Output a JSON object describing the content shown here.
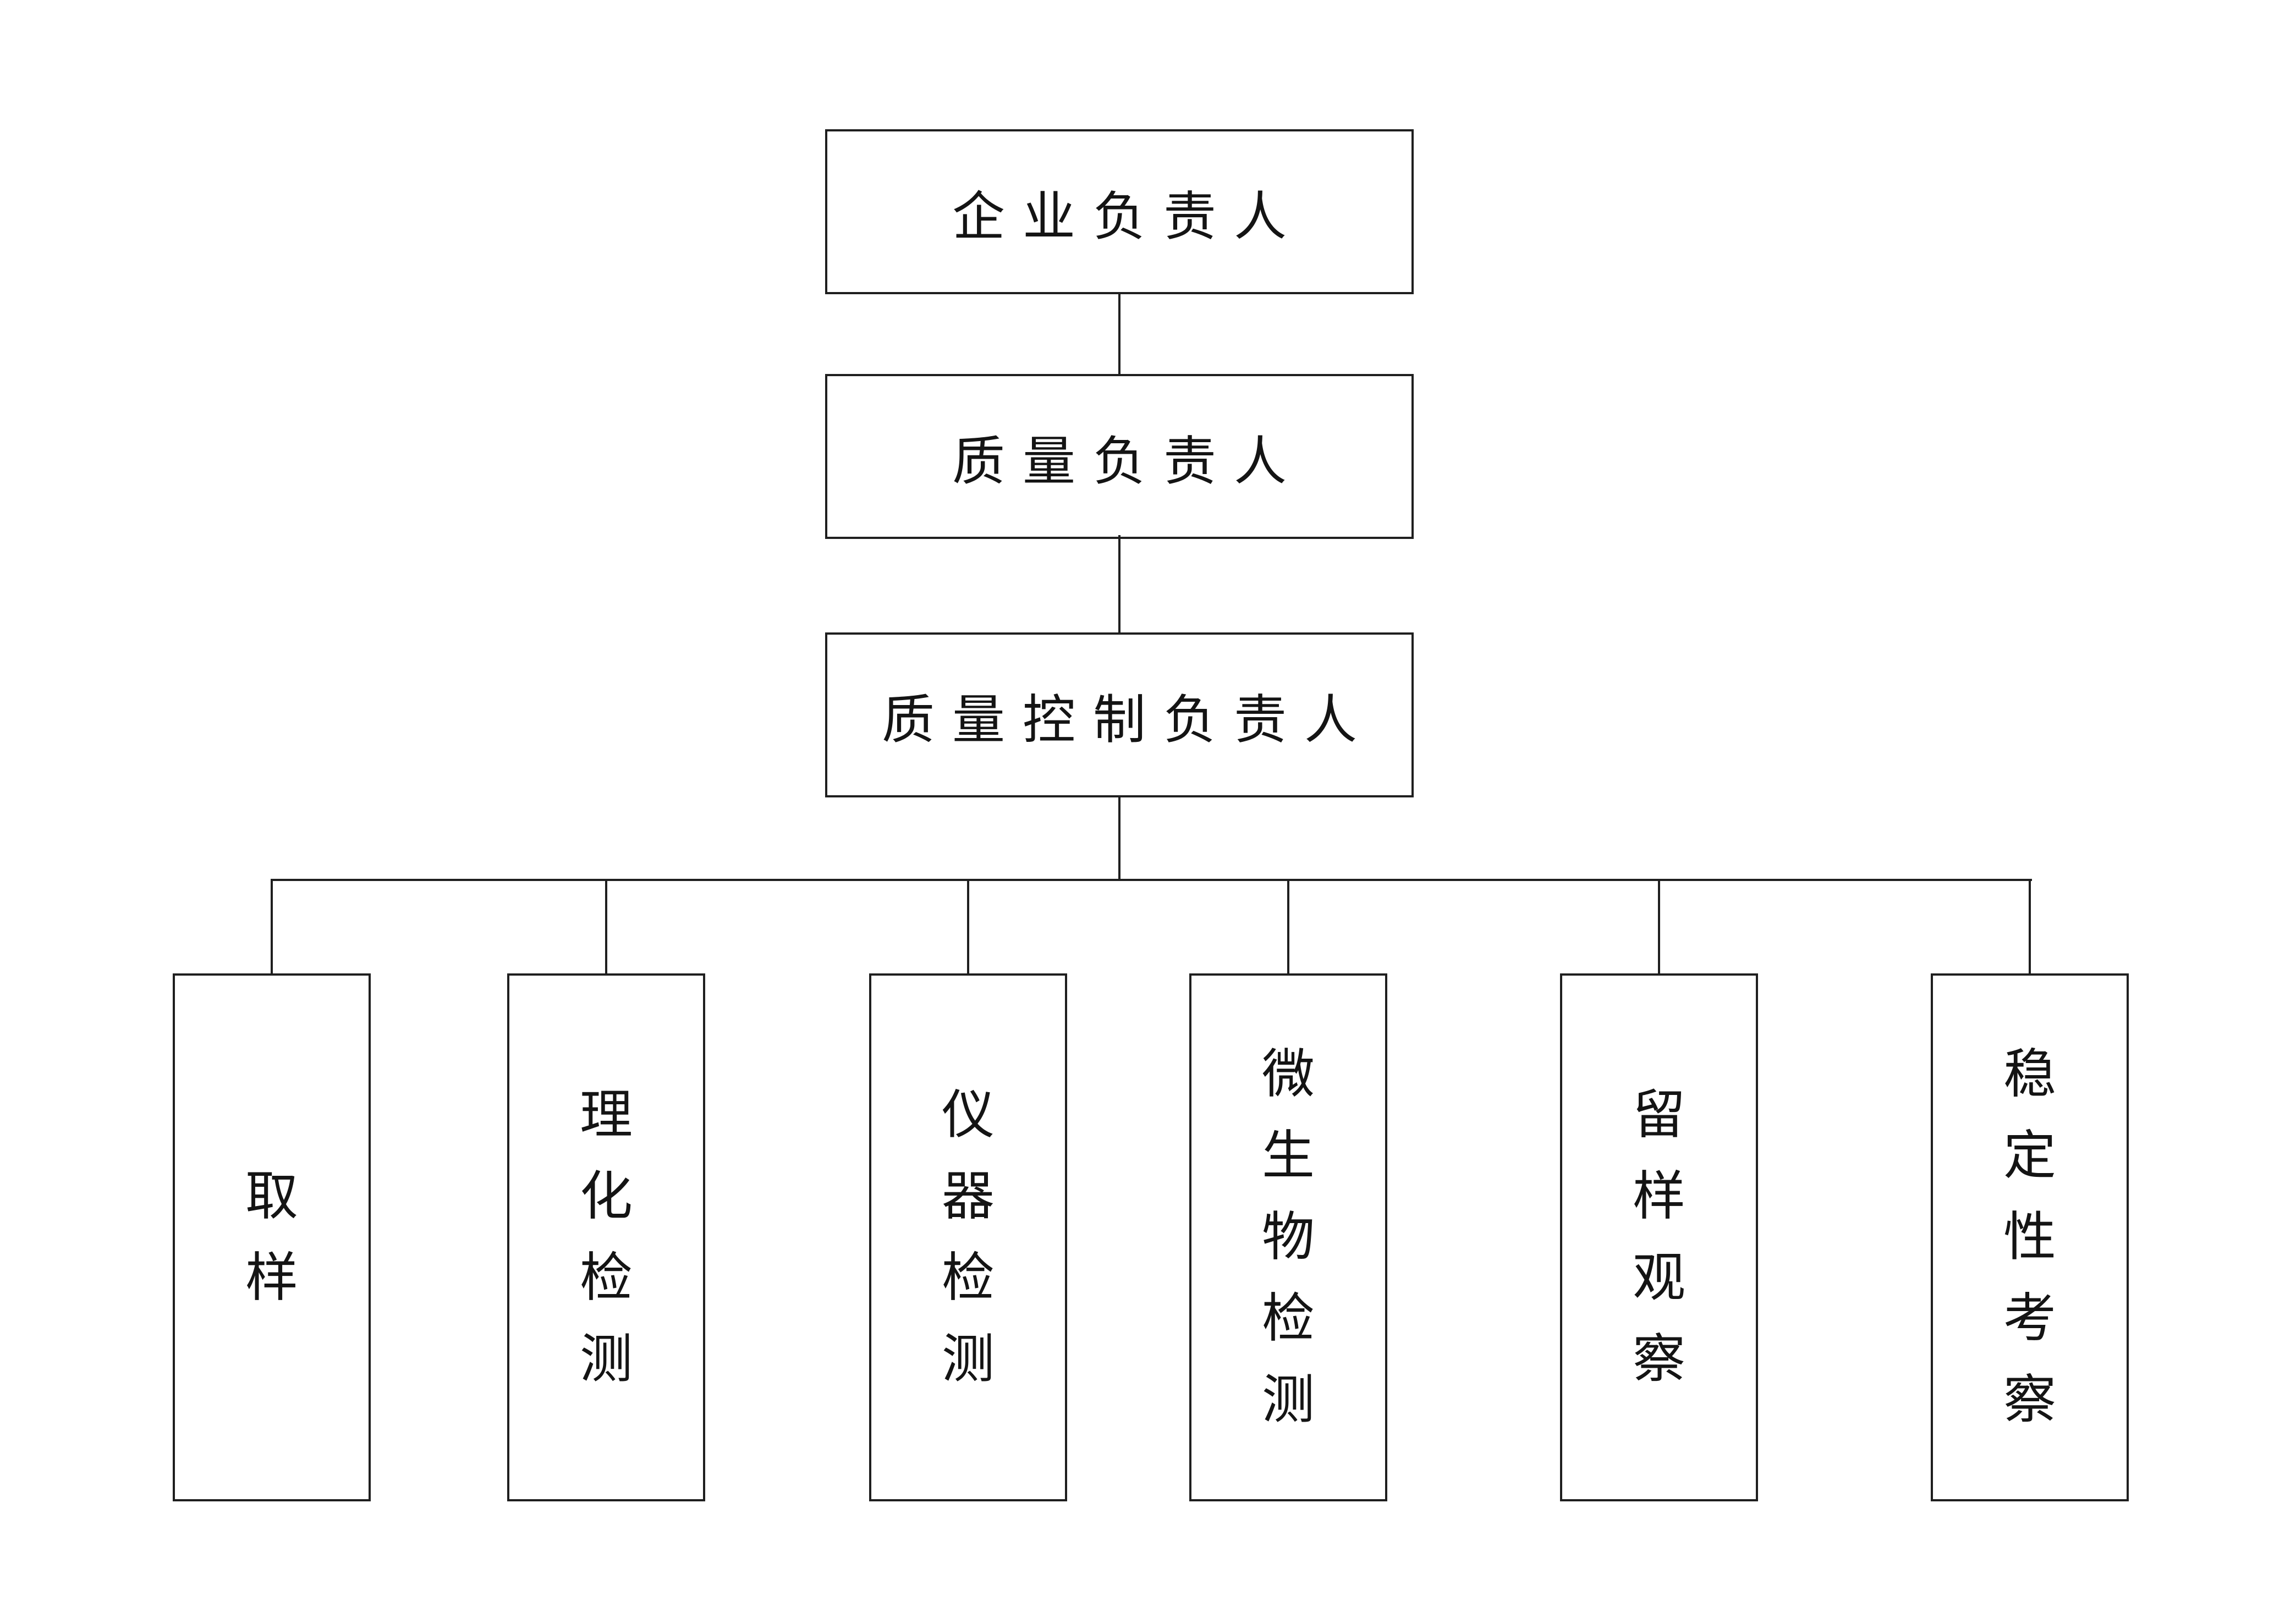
{
  "org_chart": {
    "type": "organization-tree",
    "chain": [
      {
        "id": "enterprise-head",
        "label": "企业负责人"
      },
      {
        "id": "quality-head",
        "label": "质量负责人"
      },
      {
        "id": "quality-control-head",
        "label": "质量控制负责人"
      }
    ],
    "departments": [
      {
        "id": "sampling",
        "label": "取样"
      },
      {
        "id": "physchem-testing",
        "label": "理化检测"
      },
      {
        "id": "instrument-testing",
        "label": "仪器检测"
      },
      {
        "id": "microbial-testing",
        "label": "微生物检测"
      },
      {
        "id": "retained-sample-watch",
        "label": "留样观察"
      },
      {
        "id": "stability-study",
        "label": "稳定性考察"
      }
    ],
    "colors": {
      "line": "#1f1f1f",
      "text": "#141414",
      "background": "#ffffff"
    }
  }
}
